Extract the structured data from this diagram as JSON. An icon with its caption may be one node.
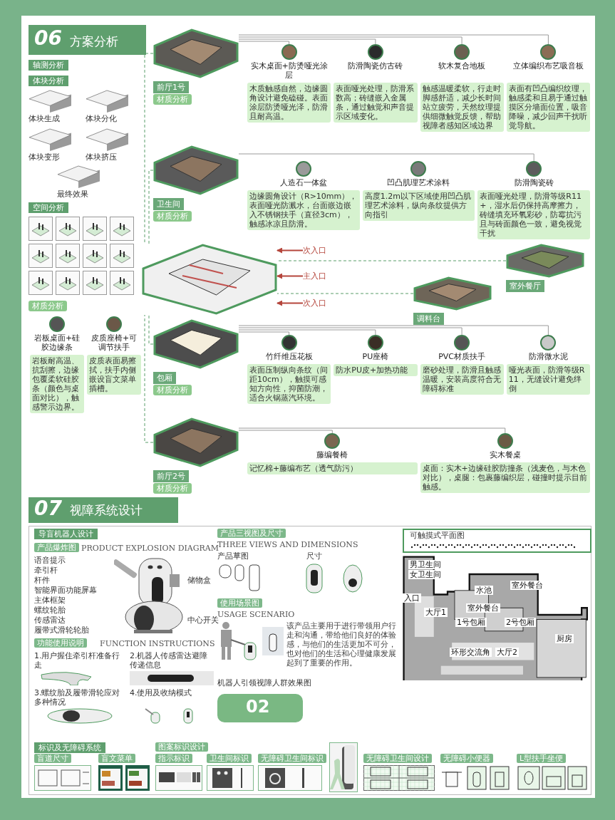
{
  "diagram": {
    "nodes": [
      {
        "text": [],
        "shape": "picture"
      },
      {
        "text": [],
        "shape": "picture",
        "beside": [
          "前厅1号"
        ]
      },
      {
        "text": [],
        "shape": "picture",
        "beside": [
          "调料台"
        ]
      },
      {
        "text": [],
        "shape": "picture",
        "beside": [
          "卫生间"
        ]
      },
      {
        "text": [],
        "shape": "picture",
        "beside": [
          "包厢"
        ]
      },
      {
        "text": [],
        "shape": "picture",
        "beside": [
          "室外餐厅"
        ]
      },
      {
        "text": [],
        "shape": "picture",
        "beside": [
          "前厅2号"
        ]
      },
      {
        "text": [
          "次入口"
        ]
      },
      {
        "text": [
          "主入口"
        ]
      },
      {
        "text": [
          "次入口"
        ]
      },
      {
        "text": [
          "实木桌面+防烫哑光涂层"
        ]
      },
      {
        "text": [
          "防滑陶瓷仿古砖"
        ]
      },
      {
        "text": [
          "软木复合地板"
        ]
      },
      {
        "text": [
          "立体编织布艺吸音板"
        ]
      },
      {
        "text": [
          "人造石一体盆"
        ]
      },
      {
        "text": [
          "凹凸肌理艺术涂料"
        ]
      },
      {
        "text": [
          "防滑陶瓷砖"
        ]
      },
      {
        "text": [
          "竹纤维压花板"
        ]
      },
      {
        "text": [
          "PU座椅"
        ]
      },
      {
        "text": [
          "PVC材质扶手"
        ]
      },
      {
        "text": [
          "防滑微水泥"
        ]
      },
      {
        "text": [
          "藤编餐椅"
        ]
      },
      {
        "text": [
          "实木餐桌"
        ]
      },
      {
        "text": [
          "岩板桌面+硅胶边缘条"
        ]
      },
      {
        "text": [
          "皮质座椅+可调节扶手"
        ]
      },
      {
        "text": [
          "木质触感自然，边缘圆角设计避免磕碰。表面涂层防烫哑光泽，防滑且耐高温。"
        ]
      },
      {
        "text": [
          "表面哑光处理，防滑系数高；砖缝嵌入金属条，通过触觉和声音提示区域变化。"
        ]
      },
      {
        "text": [
          "触感温暖柔软，行走时脚感舒适，减少长时间站立疲劳，天然纹理提供细微触觉反馈，帮助视障者感知区域边界"
        ]
      },
      {
        "text": [
          "表面有凹凸编织纹理，触感柔和且易于通过触摸区分墙面位置，吸音降噪，减少回声干扰听觉导航。"
        ]
      },
      {
        "text": [
          "边缘圆角设计（R>10mm），表面哑光防溅水，台面嵌边嵌入不锈钢扶手（直径3cm），触感冰凉且防滑。"
        ]
      },
      {
        "text": [
          "高度1.2m以下区域使用凹凸肌理艺术涂料，纵向条纹提供方向指引"
        ]
      },
      {
        "text": [
          "表面哑光处理，防滑等级R11+，湿水后仍保持高摩擦力，砖缝填充环氧彩砂，防霉抗污且与砖面颜色一致，避免视觉干扰"
        ]
      },
      {
        "text": [
          "表面压制纵向条纹（间距10cm），触摸可感知方向性，抑菌防潮，适合火锅蒸汽环境。"
        ]
      },
      {
        "text": [
          "防水PU皮+加热功能"
        ]
      },
      {
        "text": [
          "磨砂处理，防滑且触感温暖，安装高度符合无障碍标准"
        ]
      },
      {
        "text": [
          "哑光表面，防滑等级R11，无缝设计避免绊倒"
        ]
      },
      {
        "text": [
          "记忆棉+藤编布艺（透气防污）"
        ]
      },
      {
        "text": [
          "桌面：实木+边缘硅胶防撞条（浅麦色，与木色对比），桌腿：包裹藤编织层，碰撞时提示目前触感。"
        ]
      },
      {
        "text": [
          "岩板耐高温、抗刮擦，边缘包覆柔软硅胶条（颜色与桌面对比），触感警示边界。"
        ]
      },
      {
        "text": [
          "皮质表面易擦拭，扶手内侧嵌设盲文菜单插槽。"
        ]
      }
    ],
    "edges": [
      {
        "from": 1,
        "to": 0,
        "arrow": "none",
        "style": "dashed",
        "color": "#5a9e6a"
      },
      {
        "from": 2,
        "to": 0,
        "arrow": "none",
        "style": "dashed",
        "color": "#5a9e6a"
      },
      {
        "from": 3,
        "to": 0,
        "arrow": "none",
        "style": "dashed",
        "color": "#5a9e6a"
      },
      {
        "from": 4,
        "to": 0,
        "arrow": "none",
        "style": "dashed",
        "color": "#5a9e6a"
      },
      {
        "from": 5,
        "to": 0,
        "arrow": "none",
        "style": "dashed",
        "color": "#5a9e6a"
      },
      {
        "from": 6,
        "to": 0,
        "arrow": "none",
        "style": "dashed",
        "color": "#5a9e6a"
      },
      {
        "from": 7,
        "to": 0,
        "arrow": "to",
        "color": "#b5463c"
      },
      {
        "from": 8,
        "to": 0,
        "arrow": "to",
        "color": "#b5463c"
      },
      {
        "from": 9,
        "to": 0,
        "arrow": "to",
        "color": "#b5463c"
      },
      {
        "from": 10,
        "to": 1,
        "arrow": "none"
      },
      {
        "from": 11,
        "to": 1,
        "arrow": "none"
      },
      {
        "from": 12,
        "to": 1,
        "arrow": "none"
      },
      {
        "from": 13,
        "to": 1,
        "arrow": "none"
      },
      {
        "from": 16,
        "to": 3,
        "arrow": "none"
      },
      {
        "from": 17,
        "to": 4,
        "arrow": "none"
      },
      {
        "from": 18,
        "to": 4,
        "arrow": "none"
      },
      {
        "from": 19,
        "to": 4,
        "arrow": "none"
      },
      {
        "from": 20,
        "to": 4,
        "arrow": "none"
      },
      {
        "from": 21,
        "to": 6,
        "arrow": "none"
      },
      {
        "from": 22,
        "to": 6,
        "arrow": "none"
      }
    ],
    "labels": [
      "06",
      "方案分析",
      "轴测分析",
      "体块分析",
      "体块生成",
      "体块分化",
      "体块变形",
      "体块挤压",
      "最终效果",
      "空间分析",
      "材质分析",
      "材质分析",
      "材质分析",
      "材质分析",
      "材质分析",
      "07",
      "视障系统设计",
      "导盲机器人设计",
      "产品爆炸图",
      "PRODUCT EXPLOSION DIAGRAM",
      "语音提示",
      "牵引杆",
      "杆件",
      "储物盒",
      "智能界面功能屏幕",
      "主体框架",
      "螺纹轮胎",
      "传感雷达",
      "中心开关",
      "履带式滑轮轮胎",
      "功能使用说明",
      "FUNCTION INSTRUCTIONS",
      "1.用户握住牵引杆准备行走",
      "2.机器人传感雷达避障传递信息",
      "3.螺纹胎及履带滑轮应对多种情况",
      "4.使用及收纳模式",
      "产品三视图及尺寸",
      "THREE VIEWS AND DIMENSIONS",
      "产品草图",
      "尺寸",
      "使用场景图",
      "USAGE SCENARIO",
      "该产品主要用于进行带领用户行走和沟通，带给他们良好的体验感，与他们的生活更加不可分，也对他们的生活和心理健康发展起到了重要的作用。",
      "机器人引领视障人群效果图",
      "02",
      "可触摸式平面图",
      "男卫生间",
      "女卫生间",
      "水池",
      "室外餐台",
      "入口",
      "大厅1",
      "室外餐台",
      "1号包厢",
      "2号包厢",
      "厨房",
      "环形交流角",
      "大厅2",
      "标识及无障碍系统",
      "图案标识设计",
      "盲道尺寸",
      "盲文菜单",
      "指示标识",
      "卫生间标识",
      "无障碍卫生间标识",
      "无障碍卫生间设计",
      "无障碍小便器",
      "L型扶手坐便"
    ]
  }
}
